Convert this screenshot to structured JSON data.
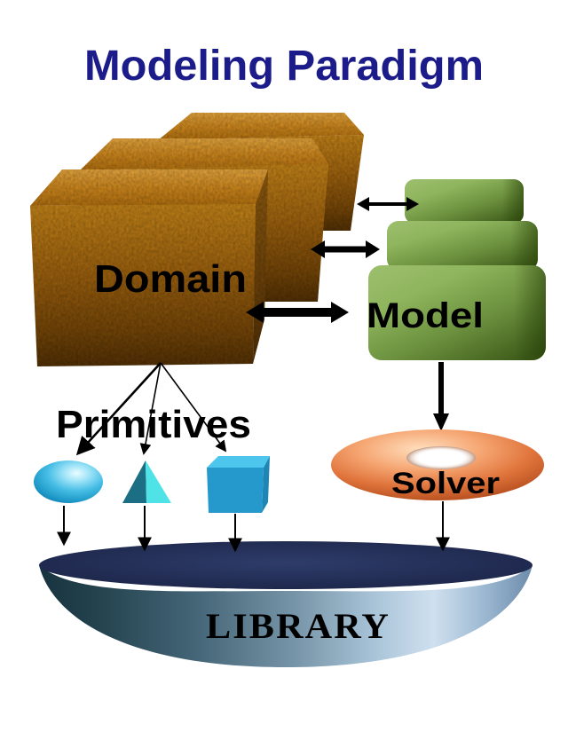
{
  "title": {
    "text": "Modeling Paradigm"
  },
  "nodes": {
    "domain": {
      "label": "Domain",
      "shape": "textured-box-stack",
      "stack_count": 3
    },
    "model": {
      "label": "Model",
      "shape": "rounded-box-stack",
      "stack_count": 3
    },
    "primitives": {
      "label": "Primitives",
      "items": [
        "sphere",
        "cone",
        "cube"
      ]
    },
    "solver": {
      "label": "Solver",
      "shape": "torus"
    },
    "library": {
      "label": "LIBRARY",
      "shape": "bowl"
    }
  },
  "relations": [
    {
      "from": "domain",
      "to": "model",
      "type": "bidirectional-arrow",
      "count": 3
    },
    {
      "from": "model",
      "to": "solver",
      "type": "arrow"
    },
    {
      "from": "domain",
      "to": "primitives",
      "type": "arrow-fan",
      "count": 3
    },
    {
      "from": "sphere",
      "to": "library",
      "type": "arrow"
    },
    {
      "from": "cone",
      "to": "library",
      "type": "arrow"
    },
    {
      "from": "cube",
      "to": "library",
      "type": "arrow"
    },
    {
      "from": "solver",
      "to": "library",
      "type": "arrow"
    }
  ],
  "colors": {
    "background": "#ffffff",
    "title": "#1b1b8a",
    "domain_box": "#c8821a",
    "model_box": "#6f9440",
    "primitive_cyan": "#29a8d8",
    "cone_dark": "#1b6e84",
    "cone_light": "#4fe3e8",
    "solver_torus": "#e8824c",
    "library_bowl_dark": "#1e3a49",
    "library_bowl_light": "#c7d9ea",
    "arrow": "#000000",
    "label_text": "#000000"
  }
}
